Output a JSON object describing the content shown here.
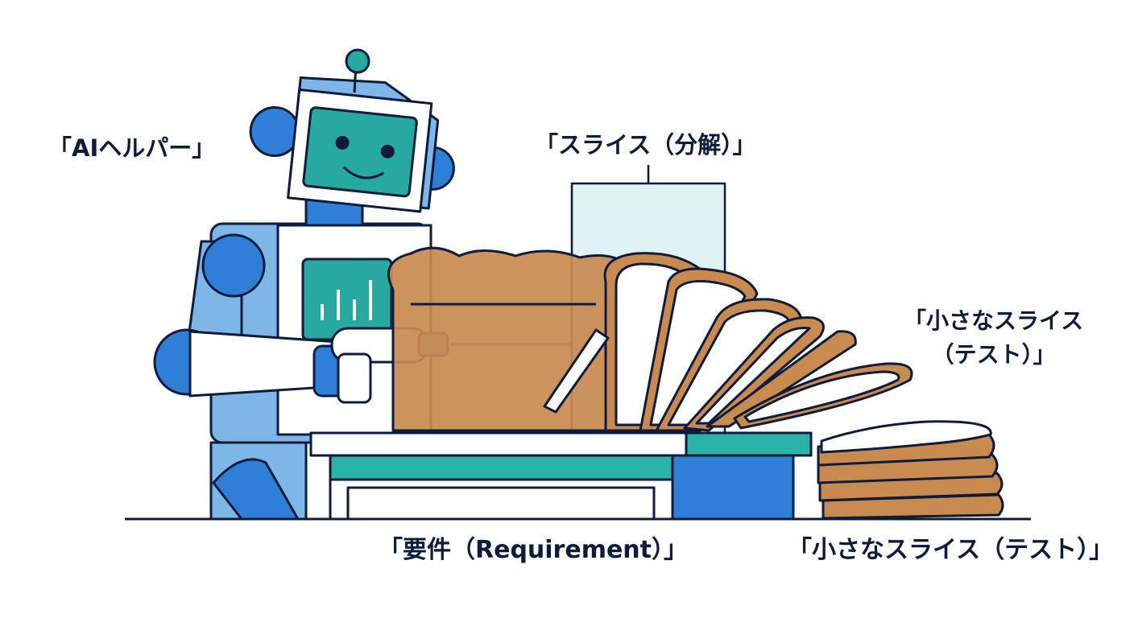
{
  "labels": {
    "ai_helper": "「AIヘルパー」",
    "slice_decompose": "「スライス（分解）」",
    "small_slice_test_line1": "「小さなスライス",
    "small_slice_test_line2": "（テスト）」",
    "requirement": "「要件（Requirement）」",
    "small_slice_test_bottom": "「小さなスライス（テスト）」"
  },
  "icons": {
    "robot": "robot-icon",
    "bread_loaf": "bread-loaf-icon",
    "bread_slices": "bread-slice-icon",
    "slicer_blade": "blade-icon",
    "laser_tool": "laser-tool-icon",
    "slice_stack": "slice-stack-icon",
    "table": "table-icon"
  },
  "colors": {
    "outline": "#0d1b3d",
    "robot_light_blue": "#7fb6e8",
    "robot_blue": "#2f7fd6",
    "robot_teal": "#27a9a0",
    "bread_crust": "#c98a4f",
    "bread_inner": "#ffffff",
    "table_teal": "#2ab3a6",
    "table_blue": "#2f7fd6",
    "guide_panel": "#d7eef2"
  }
}
